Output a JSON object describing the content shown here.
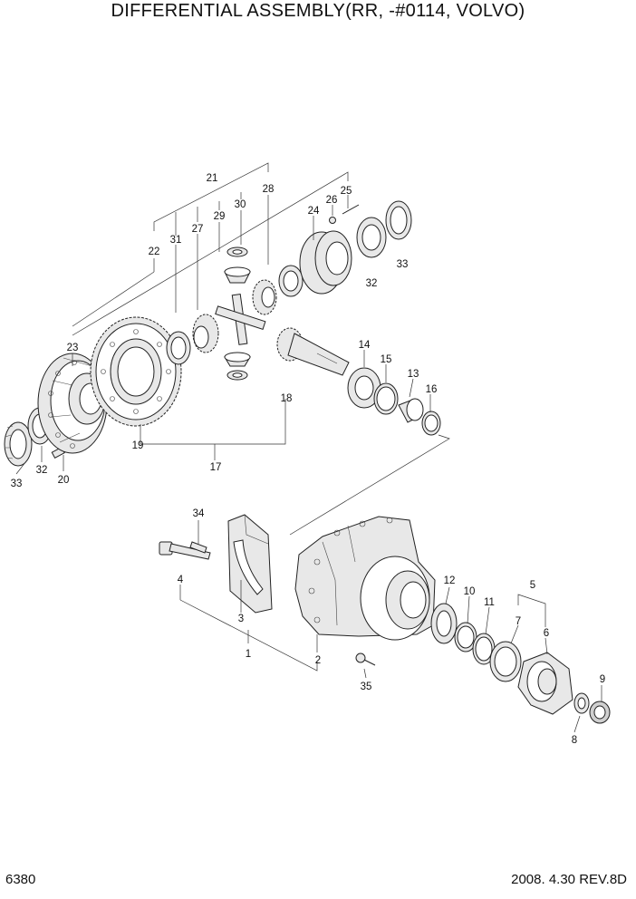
{
  "title": "DIFFERENTIAL ASSEMBLY(RR, -#0114, VOLVO)",
  "footer": {
    "page_number": "6380",
    "date_rev": "2008. 4.30  REV.8D"
  },
  "callouts": {
    "c1": "1",
    "c2": "2",
    "c3": "3",
    "c4": "4",
    "c5": "5",
    "c6": "6",
    "c7": "7",
    "c8": "8",
    "c9": "9",
    "c10": "10",
    "c11": "11",
    "c12": "12",
    "c13": "13",
    "c14": "14",
    "c15": "15",
    "c16": "16",
    "c17": "17",
    "c18": "18",
    "c19": "19",
    "c20": "20",
    "c21": "21",
    "c22": "22",
    "c23": "23",
    "c24": "24",
    "c25": "25",
    "c26": "26",
    "c27": "27",
    "c28": "28",
    "c29": "29",
    "c30": "30",
    "c31": "31",
    "c32a": "32",
    "c32b": "32",
    "c33a": "33",
    "c33b": "33",
    "c34": "34",
    "c35": "35"
  }
}
